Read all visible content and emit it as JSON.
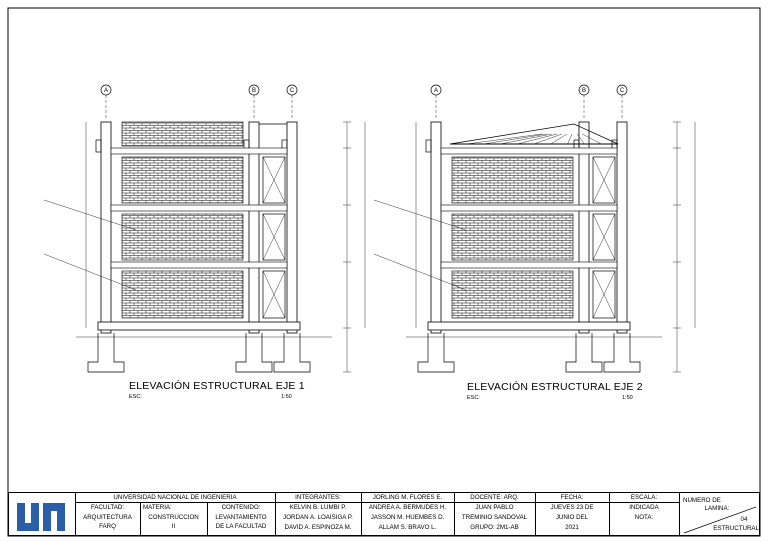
{
  "drawings": [
    {
      "title": "ELEVACIÓN ESTRUCTURAL EJE 1",
      "scale_prefix": "ESC:",
      "scale_value": "1:50",
      "axes": [
        "A",
        "B",
        "C"
      ],
      "roof": "wall"
    },
    {
      "title": "ELEVACIÓN ESTRUCTURAL EJE 2",
      "scale_prefix": "ESC:",
      "scale_value": "1:50",
      "axes": [
        "A",
        "B",
        "C"
      ],
      "roof": "truss"
    }
  ],
  "title_block": {
    "university": "UNIVERSIDAD NACIONAL DE INGENIERIA",
    "faculty_label": "FACULTAD:",
    "faculty_value_1": "ARQUITECTURA",
    "faculty_value_2": "FARQ",
    "subject_label": "MATERIA:",
    "subject_value_1": "CONSTRUCCION",
    "subject_value_2": "II",
    "content_label": "CONTENIDO:",
    "content_value_1": "LEVANTAMIENTO",
    "content_value_2": "DE LA FACULTAD",
    "members_label": "INTEGRANTES:",
    "members": [
      "KELVIN B. LUMBI P.",
      "JORDAN A. LOAISIGA P.",
      "DAVID A. ESPINOZA M.",
      "JORLING M. FLORES E.",
      "ANDREA A. BERMUDES H.",
      "JASSON M. HUEMBES D.",
      "ALLAM S. BRAVO L."
    ],
    "teacher_label": "DOCENTE: ARQ.",
    "teacher_1": "JUAN PABLO",
    "teacher_2": "TREMINIO SANDOVAL",
    "group": "GRUPO: 2M1-AB",
    "date_label": "FECHA:",
    "date_1": "JUEVES 23 DE",
    "date_2": "JUNIO DEL",
    "date_3": "2021",
    "scale_label": "ESCALA:",
    "scale_value": "INDICADA",
    "note_label": "NOTA:",
    "sheet_label_1": "NUMERO DE",
    "sheet_label_2": "LAMINA:",
    "sheet_number": "04",
    "sheet_type": "ESTRUCTURAL"
  },
  "colors": {
    "line": "#000000",
    "background": "#ffffff"
  }
}
